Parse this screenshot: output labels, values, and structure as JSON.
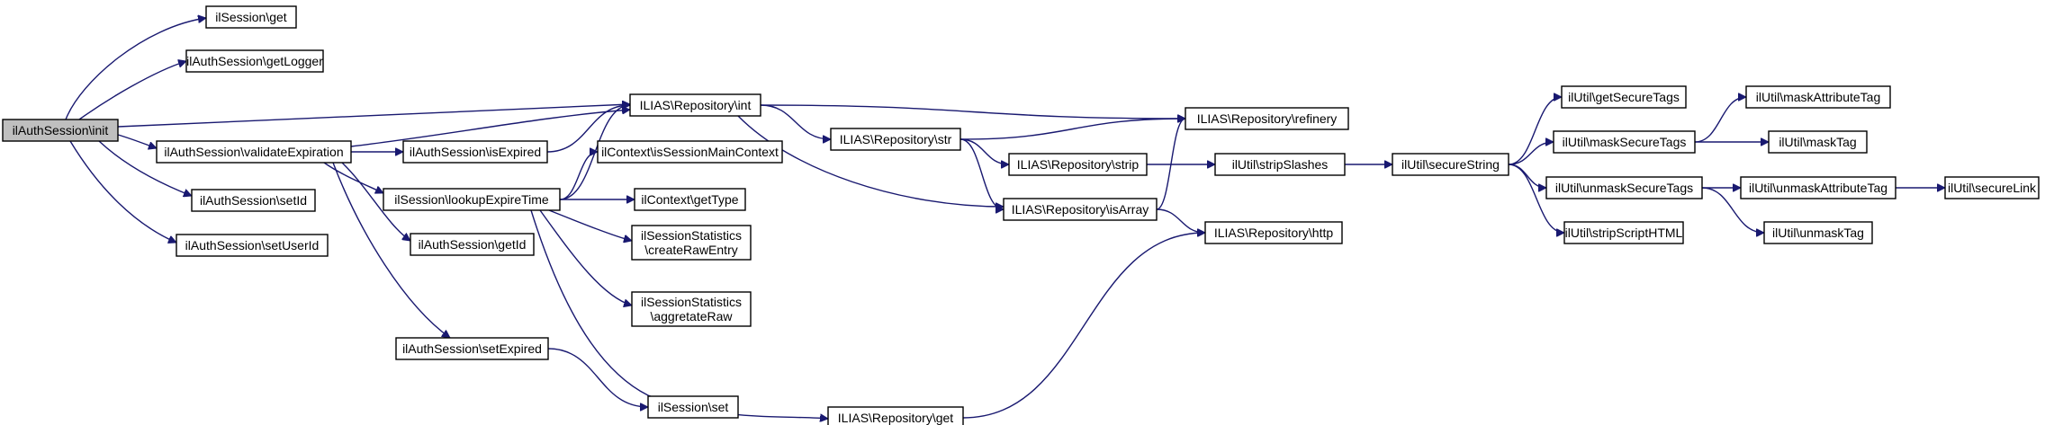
{
  "graph": {
    "nodes": [
      {
        "id": "n0",
        "label": "ilAuthSession\\init",
        "root": true
      },
      {
        "id": "n1",
        "label": "ilSession\\get"
      },
      {
        "id": "n2",
        "label": "ilAuthSession\\getLogger"
      },
      {
        "id": "n3",
        "label": "ILIAS\\Repository\\int"
      },
      {
        "id": "n4",
        "label": "ilAuthSession\\validateExpiration"
      },
      {
        "id": "n5",
        "label": "ilAuthSession\\setId"
      },
      {
        "id": "n6",
        "label": "ilAuthSession\\setUserId"
      },
      {
        "id": "n7",
        "label": "ilAuthSession\\isExpired"
      },
      {
        "id": "n8",
        "label": "ilSession\\lookupExpireTime"
      },
      {
        "id": "n9",
        "label": "ilAuthSession\\getId"
      },
      {
        "id": "n10",
        "label": "ilAuthSession\\setExpired"
      },
      {
        "id": "n11",
        "label": "ilSession\\set"
      },
      {
        "id": "n12",
        "label": "ilContext\\isSessionMainContext"
      },
      {
        "id": "n13",
        "label": "ilContext\\getType"
      },
      {
        "id": "n14",
        "label": "ilSessionStatistics\n\\createRawEntry"
      },
      {
        "id": "n15",
        "label": "ilSessionStatistics\n\\aggretateRaw"
      },
      {
        "id": "n16",
        "label": "ILIAS\\Repository\\get"
      },
      {
        "id": "n17",
        "label": "ILIAS\\Repository\\str"
      },
      {
        "id": "n18",
        "label": "ILIAS\\Repository\\refinery"
      },
      {
        "id": "n19",
        "label": "ILIAS\\Repository\\strip"
      },
      {
        "id": "n20",
        "label": "ILIAS\\Repository\\isArray"
      },
      {
        "id": "n21",
        "label": "ILIAS\\Repository\\http"
      },
      {
        "id": "n22",
        "label": "ilUtil\\stripSlashes"
      },
      {
        "id": "n23",
        "label": "ilUtil\\secureString"
      },
      {
        "id": "n24",
        "label": "ilUtil\\getSecureTags"
      },
      {
        "id": "n25",
        "label": "ilUtil\\maskSecureTags"
      },
      {
        "id": "n26",
        "label": "ilUtil\\unmaskSecureTags"
      },
      {
        "id": "n27",
        "label": "ilUtil\\stripScriptHTML"
      },
      {
        "id": "n28",
        "label": "ilUtil\\maskAttributeTag"
      },
      {
        "id": "n29",
        "label": "ilUtil\\maskTag"
      },
      {
        "id": "n30",
        "label": "ilUtil\\unmaskAttributeTag"
      },
      {
        "id": "n31",
        "label": "ilUtil\\unmaskTag"
      },
      {
        "id": "n32",
        "label": "ilUtil\\secureLink"
      }
    ],
    "edges": [
      [
        "n0",
        "n1"
      ],
      [
        "n0",
        "n2"
      ],
      [
        "n0",
        "n3"
      ],
      [
        "n0",
        "n4"
      ],
      [
        "n0",
        "n5"
      ],
      [
        "n0",
        "n6"
      ],
      [
        "n4",
        "n7"
      ],
      [
        "n4",
        "n8"
      ],
      [
        "n4",
        "n9"
      ],
      [
        "n4",
        "n10"
      ],
      [
        "n4",
        "n3"
      ],
      [
        "n7",
        "n3"
      ],
      [
        "n8",
        "n3"
      ],
      [
        "n8",
        "n12"
      ],
      [
        "n8",
        "n13"
      ],
      [
        "n8",
        "n14"
      ],
      [
        "n8",
        "n15"
      ],
      [
        "n8",
        "n16"
      ],
      [
        "n10",
        "n11"
      ],
      [
        "n3",
        "n17"
      ],
      [
        "n3",
        "n18"
      ],
      [
        "n3",
        "n20"
      ],
      [
        "n17",
        "n18"
      ],
      [
        "n17",
        "n19"
      ],
      [
        "n17",
        "n20"
      ],
      [
        "n19",
        "n22"
      ],
      [
        "n20",
        "n18"
      ],
      [
        "n20",
        "n21"
      ],
      [
        "n16",
        "n21"
      ],
      [
        "n22",
        "n23"
      ],
      [
        "n23",
        "n24"
      ],
      [
        "n23",
        "n25"
      ],
      [
        "n23",
        "n26"
      ],
      [
        "n23",
        "n27"
      ],
      [
        "n25",
        "n28"
      ],
      [
        "n25",
        "n29"
      ],
      [
        "n26",
        "n30"
      ],
      [
        "n26",
        "n31"
      ],
      [
        "n30",
        "n32"
      ]
    ]
  },
  "colors": {
    "edge": "#191970",
    "root_fill": "#bfbfbf",
    "node_fill": "#ffffff",
    "node_stroke": "#000000"
  }
}
